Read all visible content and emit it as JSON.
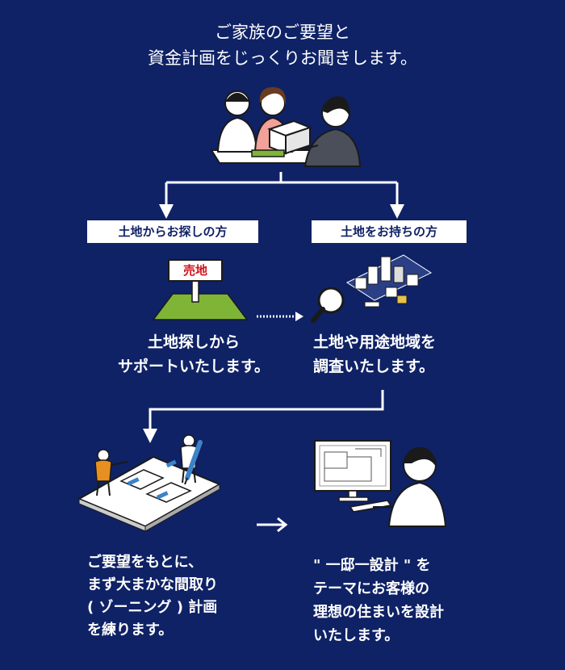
{
  "intro": {
    "line1": "ご家族のご要望と",
    "line2": "資金計画をじっくりお聞きします。"
  },
  "labels": {
    "search_land": "土地からお探しの方",
    "own_land": "土地をお持ちの方"
  },
  "sign_text": "売地",
  "steps": {
    "support": {
      "line1": "土地探しから",
      "line2": "サポートいたします。"
    },
    "survey": {
      "line1": "土地や用途地域を",
      "line2": "調査いたします。"
    },
    "zoning": {
      "line1": "ご要望をもとに、",
      "line2": "まず大まかな間取り",
      "line3": "( ゾーニング ) 計画",
      "line4": "を練ります。"
    },
    "design": {
      "line1": "\" 一邸一設計 \" を",
      "line2": "テーマにお客様の",
      "line3": "理想の住まいを設計",
      "line4": "いたします。"
    }
  },
  "colors": {
    "background": "#0f2266",
    "text": "#ffffff",
    "label_text": "#0f2266",
    "sign_red": "#d4121b",
    "grass": "#7fb536",
    "accent_orange": "#e8901f",
    "accent_blue": "#3c82c8"
  },
  "icons": {
    "consult": "family-consultation-icon",
    "land": "land-for-sale-icon",
    "survey": "city-magnifier-icon",
    "zoning": "zoning-plan-icon",
    "design": "cad-design-icon"
  }
}
